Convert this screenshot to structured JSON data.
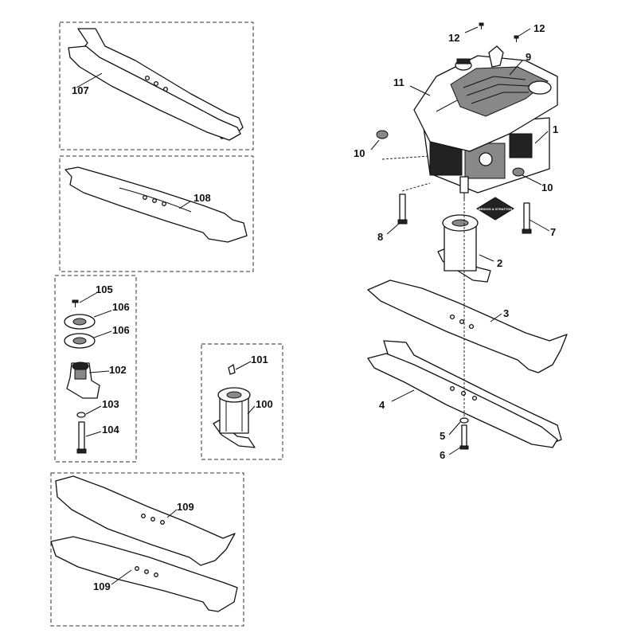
{
  "diagram": {
    "brand_badge": "BRIGGS & STRATTON",
    "labels": {
      "l107": "107",
      "l108": "108",
      "l105": "105",
      "l106a": "106",
      "l106b": "106",
      "l102": "102",
      "l103": "103",
      "l104": "104",
      "l101": "101",
      "l100": "100",
      "l109a": "109",
      "l109b": "109",
      "l12a": "12",
      "l12b": "12",
      "l9": "9",
      "l11": "11",
      "l1": "1",
      "l10a": "10",
      "l10b": "10",
      "l8": "8",
      "l7": "7",
      "l2": "2",
      "l3": "3",
      "l4": "4",
      "l5": "5",
      "l6": "6"
    }
  }
}
